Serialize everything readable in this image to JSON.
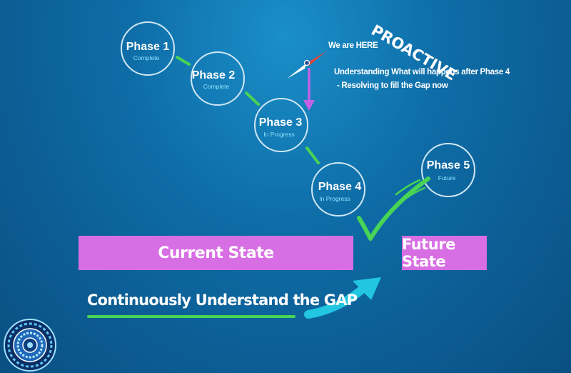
{
  "phases": [
    {
      "title": "Phase 1",
      "status": "Complete"
    },
    {
      "title": "Phase 2",
      "status": "Complete"
    },
    {
      "title": "Phase 3",
      "status": "In Progress"
    },
    {
      "title": "Phase 4",
      "status": "In Progress"
    },
    {
      "title": "Phase 5",
      "status": "Future"
    }
  ],
  "current_state_label": "Current State",
  "future_state_label": "Future State",
  "gap_label": "Continuously Understand the GAP",
  "marker_label": "We are HERE",
  "proactive_label": "PROACTIVE",
  "notes": [
    "Understanding What will happens after Phase 4",
    "-  Resolving to fill the Gap now"
  ],
  "colors": {
    "background": "#0e6ca6",
    "state_box": "#d76ee3",
    "connector": "#48d454",
    "gap_arrow": "#22c6e0",
    "marker_arrow": "#c561e6"
  }
}
